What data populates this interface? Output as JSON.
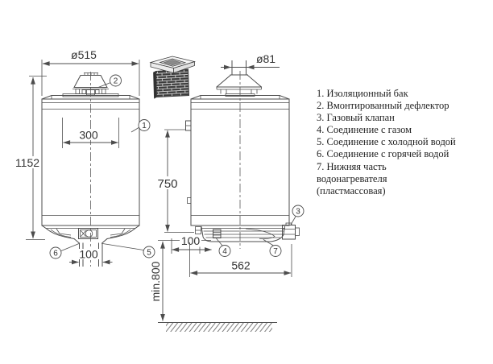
{
  "legend": {
    "lines": [
      "1. Изоляционный бак",
      "2. Вмонтированный дефлектор",
      "3. Газовый клапан",
      "4. Соединение с газом",
      "5. Соединение с холодной водой",
      "6. Соединение с горячей водой",
      "7. Нижняя часть",
      "водонагревателя",
      "(пластмассовая)"
    ]
  },
  "dimensions": {
    "front_width": "ø515",
    "height": "1152",
    "flue_center": "300",
    "pipe_spacing": "100",
    "flue_diameter": "ø81",
    "side_height": "750",
    "gas_offset": "100",
    "depth": "562",
    "floor_clearance": "min.800"
  },
  "callouts": {
    "n1": "1",
    "n2": "2",
    "n3": "3",
    "n4": "4",
    "n5": "5",
    "n6": "6",
    "n7": "7"
  },
  "colors": {
    "background": "#ffffff",
    "line": "#4d4d4d",
    "text": "#1f1f1f",
    "brick_dark": "#3b3b3b",
    "brick_mortar": "#d8d8d8"
  }
}
